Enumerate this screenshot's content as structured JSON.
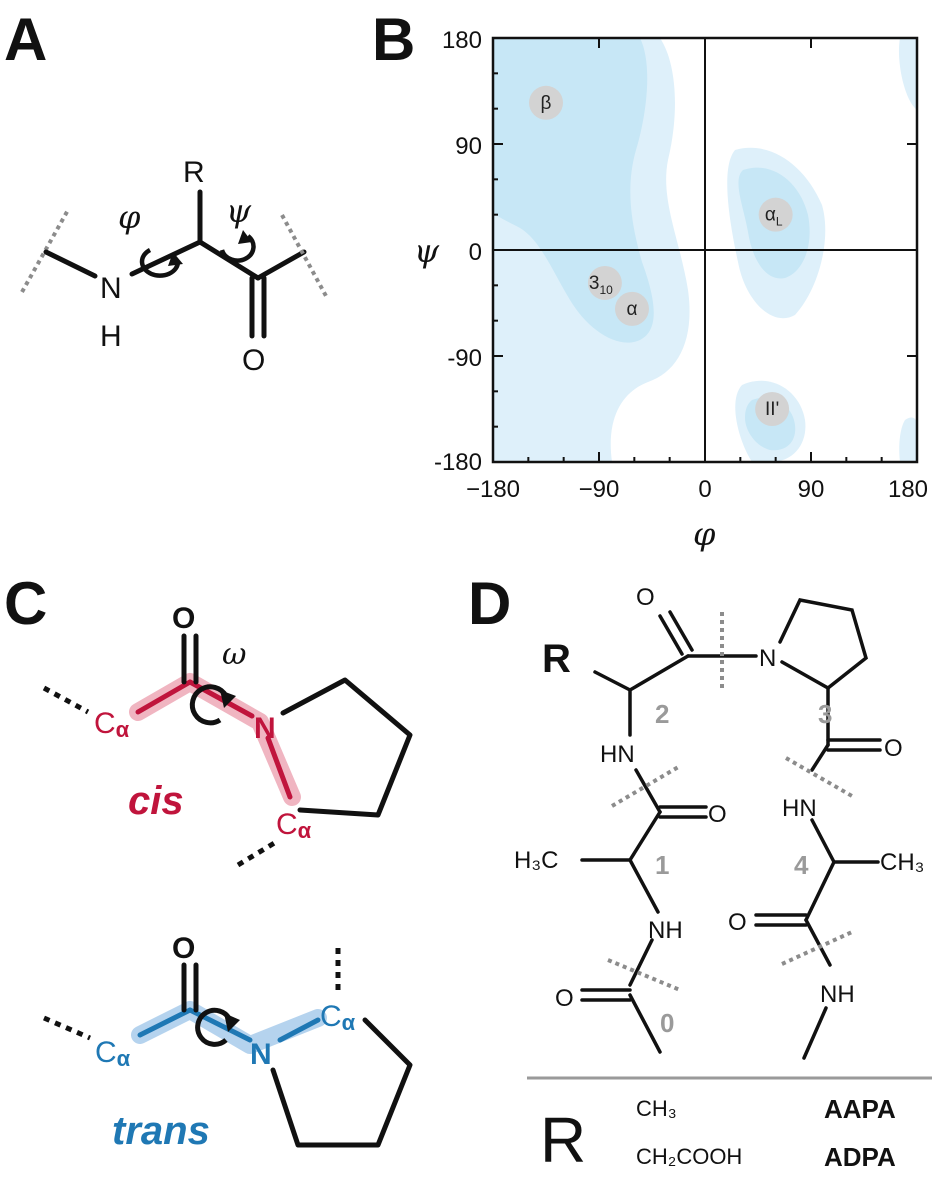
{
  "panels": {
    "a": {
      "letter": "A",
      "atoms": {
        "r": "R",
        "n": "N",
        "h": "H",
        "o": "O"
      },
      "phi": "φ",
      "psi": "ψ"
    },
    "b": {
      "letter": "B",
      "axis_symbol_x": "φ",
      "axis_symbol_y": "ψ",
      "x_ticks": [
        "−180",
        "−90",
        "0",
        "90",
        "180"
      ],
      "y_ticks": [
        "180",
        "90",
        "0",
        "-90",
        "-180"
      ],
      "regions": [
        {
          "label": "β",
          "phi": -135,
          "psi": 125
        },
        {
          "label": "3",
          "sub": "10",
          "phi": -85,
          "psi": -28
        },
        {
          "label": "α",
          "phi": -62,
          "psi": -50
        },
        {
          "label": "α",
          "sub": "L",
          "phi": 60,
          "psi": 30
        },
        {
          "label": "II'",
          "phi": 57,
          "psi": -135
        }
      ],
      "colors": {
        "outer": "#def0fa",
        "inner": "#c7e7f6",
        "marker": "#d3d3d3"
      }
    },
    "c": {
      "letter": "C",
      "omega": "ω",
      "o": "O",
      "n": "N",
      "c_alpha": "C",
      "alpha_sub": "α",
      "cis_label": "cis",
      "trans_label": "trans",
      "colors": {
        "cis": "#c0143c",
        "cis_glow": "#f0b5c1",
        "trans": "#1f78b4",
        "trans_glow": "#b5d3ee"
      }
    },
    "d": {
      "letter": "D",
      "r": "R",
      "o": "O",
      "n": "N",
      "hn": "HN",
      "nh": "NH",
      "h3c": "H₃C",
      "ch3": "CH₃",
      "residues": [
        "0",
        "1",
        "2",
        "3",
        "4"
      ],
      "table": {
        "r_header": "R",
        "rows": [
          {
            "substituent": "CH₃",
            "name": "AAPA"
          },
          {
            "substituent": "CH₂COOH",
            "name": "ADPA"
          }
        ]
      }
    }
  }
}
